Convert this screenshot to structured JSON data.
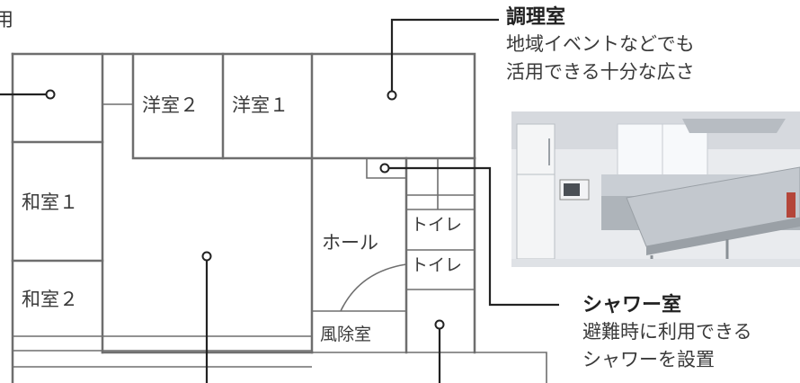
{
  "rooms": {
    "western_room_2": "洋室２",
    "western_room_1": "洋室１",
    "japanese_room_1": "和室１",
    "japanese_room_2": "和室２",
    "hall": "ホール",
    "toilet_1": "トイレ",
    "toilet_2": "トイレ",
    "windbreak_room": "風除室"
  },
  "partial_text_top_left": "用",
  "callouts": {
    "kitchen": {
      "title": "調理室",
      "lines": [
        "地域イベントなどでも",
        "活用できる十分な広さ"
      ]
    },
    "shower": {
      "title": "シャワー室",
      "lines": [
        "避難時に利用できる",
        "シャワーを設置"
      ]
    }
  },
  "colors": {
    "wall": "#6e6e6e",
    "leader": "#222222",
    "background": "#ffffff"
  }
}
